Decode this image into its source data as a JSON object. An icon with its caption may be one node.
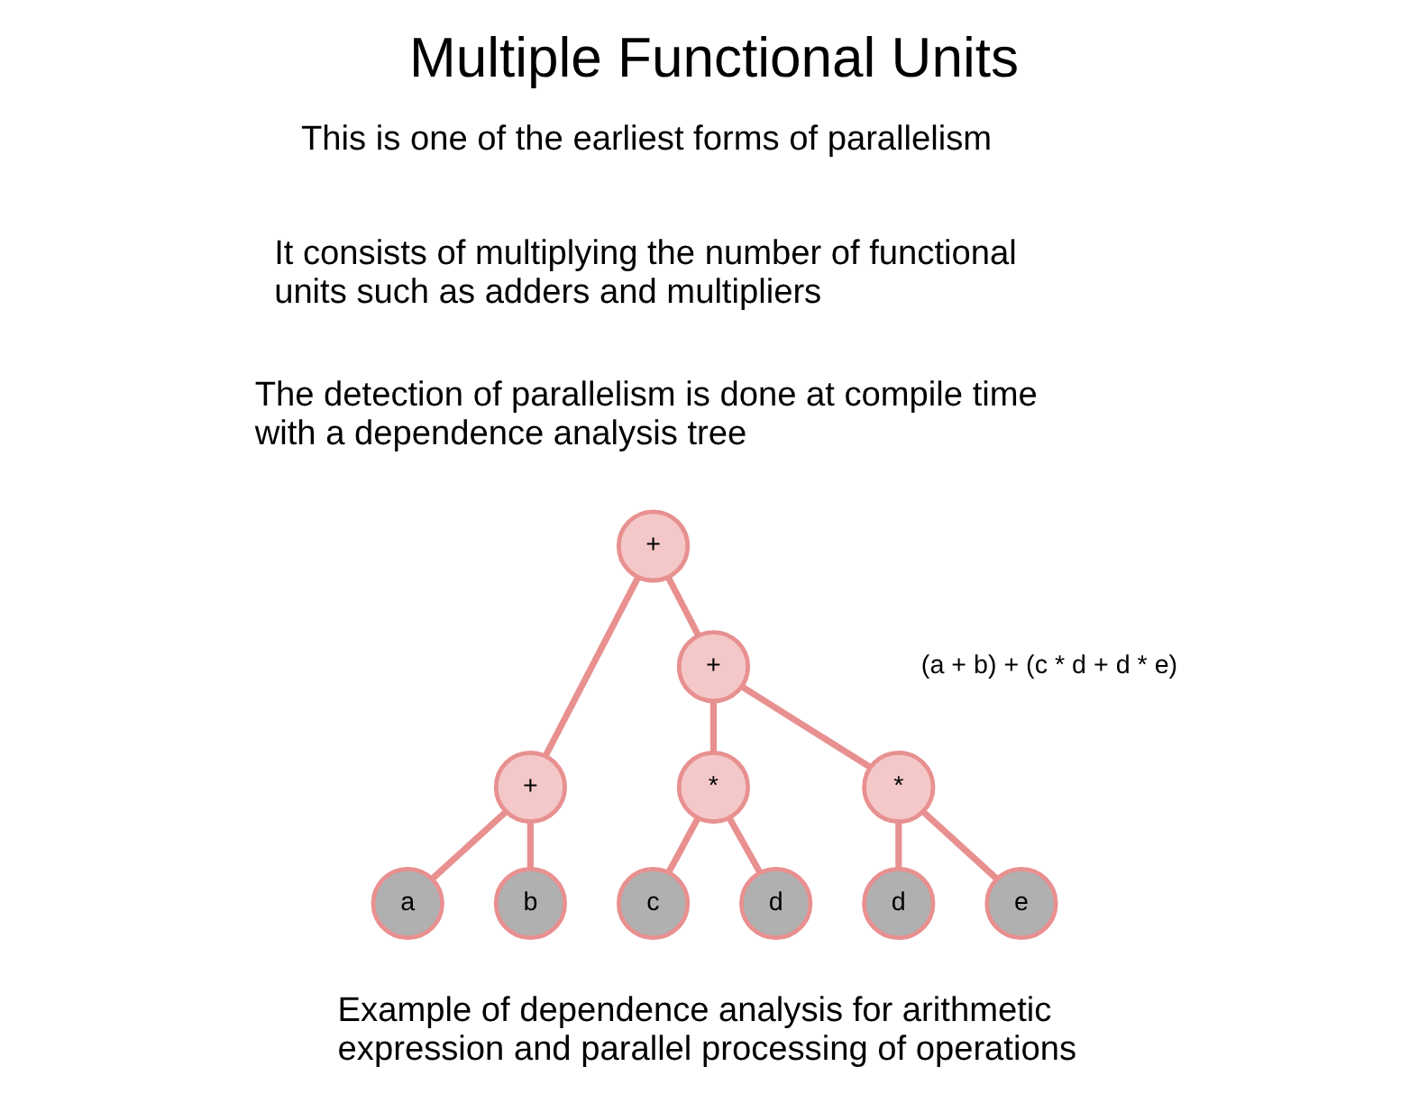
{
  "diagram": {
    "title": "Multiple Functional Units",
    "nodes": [
      {
        "text": [
          "+"
        ]
      },
      {
        "text": [
          "+"
        ]
      },
      {
        "text": [
          "+"
        ]
      },
      {
        "text": [
          "a"
        ]
      },
      {
        "text": [
          "b"
        ]
      },
      {
        "text": [
          "*"
        ]
      },
      {
        "text": [
          "*"
        ]
      },
      {
        "text": [
          "c"
        ]
      },
      {
        "text": [
          "d"
        ]
      },
      {
        "text": [
          "d"
        ]
      },
      {
        "text": [
          "e"
        ]
      }
    ],
    "edges": [
      {
        "from": 0,
        "to": 1,
        "arrow": "none"
      },
      {
        "from": 0,
        "to": 2,
        "arrow": "none"
      },
      {
        "from": 1,
        "to": 3,
        "arrow": "none"
      },
      {
        "from": 1,
        "to": 4,
        "arrow": "none"
      },
      {
        "from": 2,
        "to": 5,
        "arrow": "none"
      },
      {
        "from": 2,
        "to": 6,
        "arrow": "none"
      },
      {
        "from": 5,
        "to": 7,
        "arrow": "none"
      },
      {
        "from": 5,
        "to": 8,
        "arrow": "none"
      },
      {
        "from": 6,
        "to": 9,
        "arrow": "none"
      },
      {
        "from": 6,
        "to": 10,
        "arrow": "none"
      }
    ],
    "labels": [
      "This is one of the earliest forms of parallelism",
      "It consists of multiplying the number of functional units such as adders and multipliers",
      "The detection of parallelism is done at compile time with a dependence analysis tree",
      "(a + b) + (c * d + d * e)",
      "Example of dependence analysis for arithmetic expression and parallel processing of operations"
    ]
  }
}
